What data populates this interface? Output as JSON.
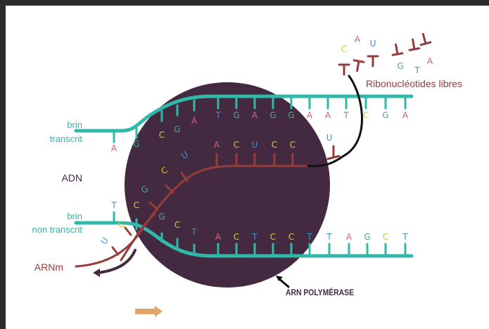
{
  "labels": {
    "brin_transcrit_1": "brin",
    "brin_transcrit_2": "transcrit",
    "adn": "ADN",
    "brin_non_transcrit_1": "brin",
    "brin_non_transcrit_2": "non transcrit",
    "arnm": "ARNm",
    "ribonucleotides": "Ribonucléotides libres",
    "arn_polymerase": "ARN POLYMÉRASE"
  },
  "colors": {
    "dna": "#30b8a8",
    "rna": "#963c3a",
    "enzyme": "#432a40",
    "A": "#d4607a",
    "T": "#3d8fd8",
    "G": "#46ae88",
    "C": "#e0c72c",
    "U": "#3d8fd8",
    "direction_arrow": "#e1a46c",
    "black": "#111111"
  },
  "bases": {
    "template_entry": [
      "A",
      "G"
    ],
    "template_in_bubble": [
      "C",
      "G",
      "A"
    ],
    "template_top": [
      "T",
      "G",
      "A",
      "G",
      "G",
      "A",
      "A",
      "T",
      "C",
      "G",
      "A"
    ],
    "coding_entry": [
      "T",
      "C"
    ],
    "coding_in_bubble": [
      "G",
      "C",
      "T"
    ],
    "coding_bottom": [
      "A",
      "C",
      "T",
      "C",
      "C",
      "T",
      "T",
      "A",
      "G",
      "C",
      "T"
    ],
    "rna_bottom": [
      "U",
      "C"
    ],
    "rna_rising": [
      "G",
      "C",
      "U"
    ],
    "rna_top": [
      "A",
      "C",
      "U",
      "C",
      "C"
    ],
    "rna_incoming": [
      "U"
    ],
    "free": [
      "C",
      "A",
      "U",
      "G",
      "T",
      "A"
    ]
  }
}
